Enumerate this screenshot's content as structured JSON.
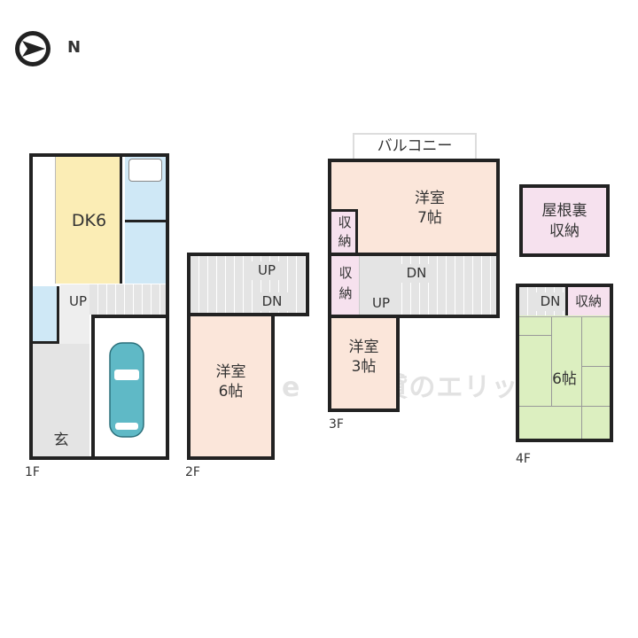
{
  "compass": {
    "icon": "north-arrow-icon",
    "label": "N"
  },
  "floors": [
    {
      "label": "1F",
      "rooms": {
        "dk": "DK6",
        "stairs": "UP",
        "entrance": "玄"
      }
    },
    {
      "label": "2F",
      "rooms": {
        "stairs_up": "UP",
        "stairs_dn": "DN",
        "room": [
          "洋室",
          "6帖"
        ]
      }
    },
    {
      "label": "3F",
      "rooms": {
        "balcony": "バルコニー",
        "room_large": [
          "洋室",
          "7帖"
        ],
        "storage1": [
          "収",
          "納"
        ],
        "storage2": [
          "収",
          "納"
        ],
        "stairs_dn": "DN",
        "stairs_up": "UP",
        "room_small": [
          "洋室",
          "3帖"
        ]
      }
    },
    {
      "label": "4F",
      "rooms": {
        "stairs_dn": "DN",
        "storage": "収納",
        "tatami": "6帖"
      }
    }
  ],
  "attic": [
    "屋根裏",
    "収納"
  ],
  "watermark": "賃貸のエリッツ",
  "colors": {
    "dk": "#fbedb5",
    "wet": "#cfe8f6",
    "western": "#fbe6da",
    "storage": "#f6e1ee",
    "tatami": "#dcefc0",
    "car": "#5fb9c6"
  }
}
